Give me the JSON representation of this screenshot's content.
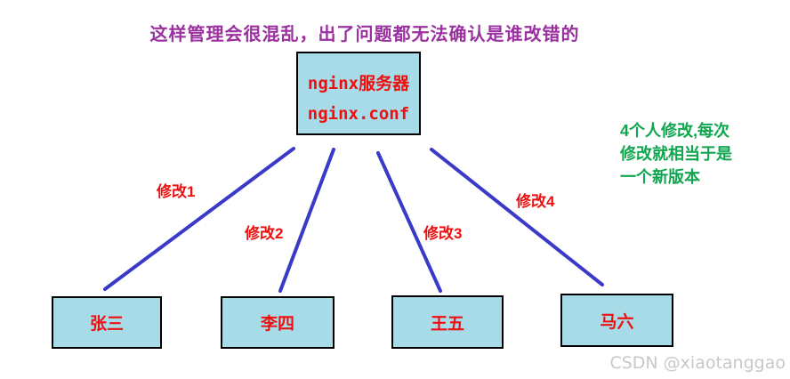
{
  "title": {
    "text": "这样管理会很混乱，出了问题都无法确认是谁改错的"
  },
  "server_node": {
    "name": "nginx服务器",
    "config_file": "nginx.conf"
  },
  "user_nodes": [
    {
      "label": "张三"
    },
    {
      "label": "李四"
    },
    {
      "label": "王五"
    },
    {
      "label": "马六"
    }
  ],
  "edges": [
    {
      "label": "修改1"
    },
    {
      "label": "修改2"
    },
    {
      "label": "修改3"
    },
    {
      "label": "修改4"
    }
  ],
  "note": {
    "lines": [
      "4个人修改,每次",
      "修改就相当于是",
      "一个新版本"
    ]
  },
  "watermark": "CSDN @xiaotanggao",
  "colors": {
    "title": "#9b30a0",
    "accent_red": "#ee1010",
    "note_green": "#10a650",
    "edge_blue": "#3a3ac8",
    "node_fill": "#a7dbe8",
    "node_border": "#000000",
    "watermark_gray": "#c8c8c8",
    "background": "#ffffff"
  }
}
